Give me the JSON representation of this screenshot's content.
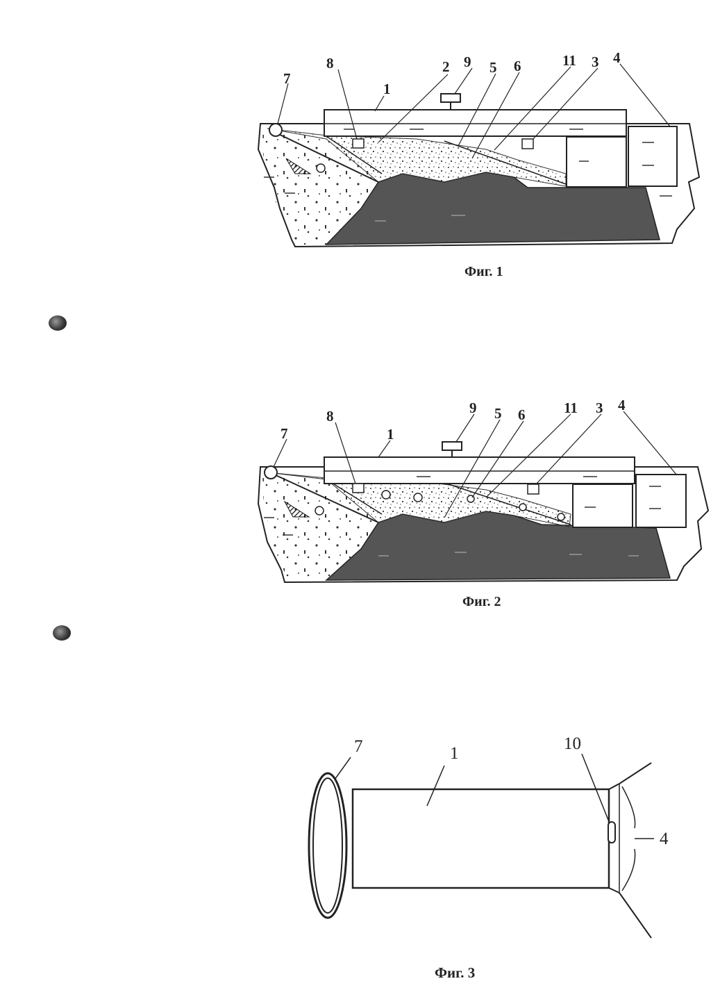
{
  "figures": [
    {
      "caption": "Фиг. 1",
      "labels": {
        "l1": "1",
        "l2": "2",
        "l3": "3",
        "l4": "4",
        "l5": "5",
        "l6": "6",
        "l7": "7",
        "l8": "8",
        "l9": "9",
        "l11": "11"
      }
    },
    {
      "caption": "Фиг. 2",
      "labels": {
        "l1": "1",
        "l3": "3",
        "l4": "4",
        "l5": "5",
        "l6": "6",
        "l7": "7",
        "l8": "8",
        "l9": "9",
        "l11": "11"
      }
    },
    {
      "caption": "Фиг. 3",
      "labels": {
        "l1": "1",
        "l4": "4",
        "l7": "7",
        "l10": "10"
      }
    }
  ],
  "colors": {
    "ink": "#222222",
    "sediment": "#555555",
    "paper": "#ffffff"
  },
  "icons": [
    "punch-hole-icon",
    "punch-hole-icon"
  ]
}
